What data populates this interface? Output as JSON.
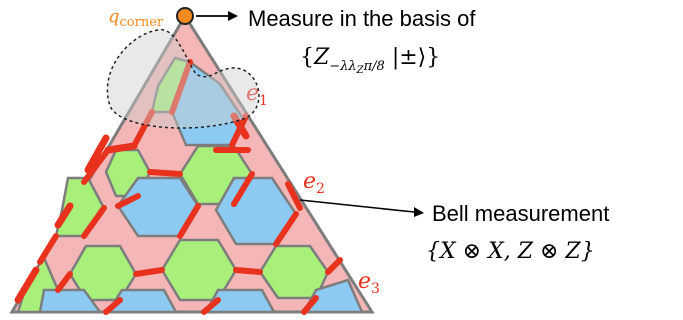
{
  "colors": {
    "pink": "#f4b6b6",
    "green": "#a8f07a",
    "blue": "#8ccaf2",
    "edge_grey": "#7d7d7d",
    "edge_red": "#e8321e",
    "corner_orange": "#f58a1f",
    "label_red": "#e8321e",
    "annotation_black": "#000000"
  },
  "corner": {
    "label": "q",
    "label_sub": "corner",
    "annotation_line1": "Measure in the basis of",
    "annotation_line2_prefix": "{",
    "annotation_line2_Z": "Z",
    "annotation_line2_sub": "−λλ",
    "annotation_line2_subsub": "Z",
    "annotation_line2_sub2": "π/8",
    "annotation_line2_ket": " |±⟩}"
  },
  "boundary_labels": [
    {
      "letter": "e",
      "sub": "1"
    },
    {
      "letter": "e",
      "sub": "2"
    },
    {
      "letter": "e",
      "sub": "3"
    }
  ],
  "bell": {
    "line1": "Bell measurement",
    "line2": "{X ⊗ X, Z ⊗ Z}"
  }
}
